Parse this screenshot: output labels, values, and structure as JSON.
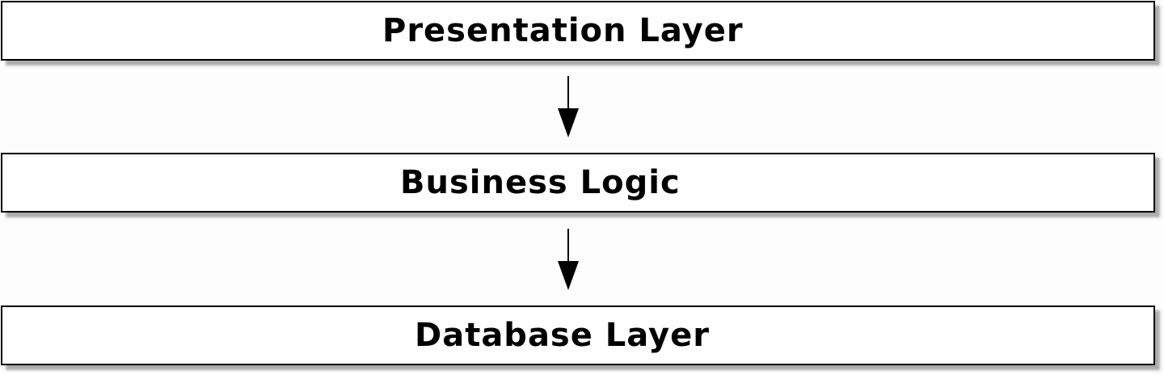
{
  "diagram": {
    "layers": [
      {
        "label": "Presentation Layer"
      },
      {
        "label": "Business Logic"
      },
      {
        "label": "Database Layer"
      }
    ],
    "arrows": [
      {
        "from": "Presentation Layer",
        "to": "Business Logic"
      },
      {
        "from": "Business Logic",
        "to": "Database Layer"
      }
    ],
    "colors": {
      "box_fill": "#ffffff",
      "stroke": "#000000",
      "background": "#fdfdfd"
    }
  }
}
